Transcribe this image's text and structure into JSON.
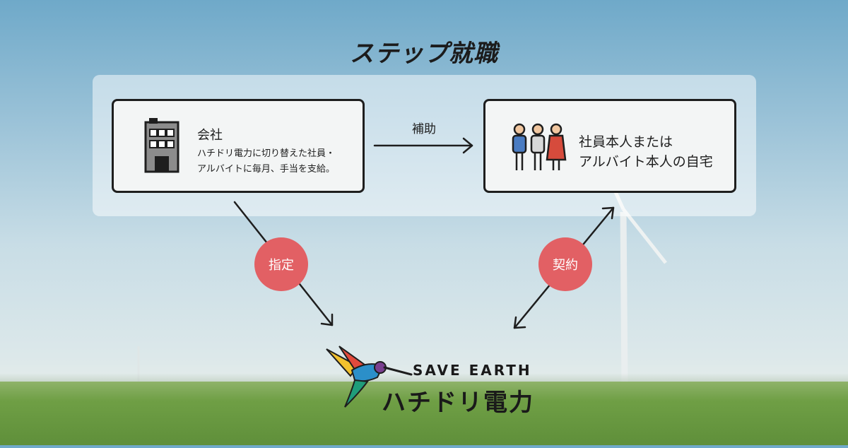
{
  "title": "ステップ就職",
  "company": {
    "name": "会社",
    "description_line1": "ハチドリ電力に切り替えた社員・",
    "description_line2": "アルバイトに毎月、手当を支給。",
    "icon": "building-icon"
  },
  "home": {
    "line1": "社員本人または",
    "line2": "アルバイト本人の自宅",
    "icon": "people-icon"
  },
  "arrow_labels": {
    "support": "補助",
    "designate": "指定",
    "contract": "契約"
  },
  "logo": {
    "tagline": "SAVE EARTH",
    "name": "ハチドリ電力",
    "icon": "hummingbird-icon"
  },
  "colors": {
    "accent": "#e26064",
    "ink": "#1e1e1e",
    "title_dot": "#3aa84a"
  }
}
